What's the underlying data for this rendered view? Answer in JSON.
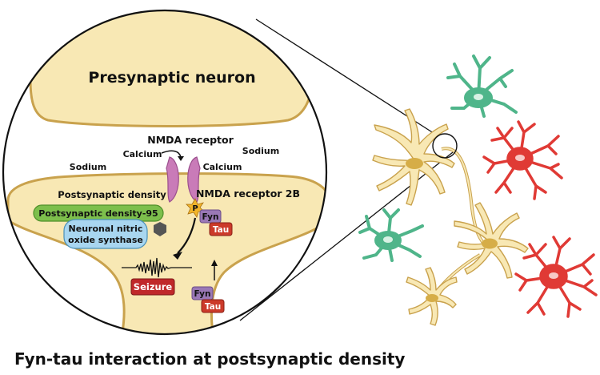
{
  "labels": {
    "presynaptic": "Presynaptic neuron",
    "nmda_receptor": "NMDA receptor",
    "calcium_left": "Calcium",
    "calcium_right": "Calcium",
    "sodium_left": "Sodium",
    "sodium_right": "Sodium",
    "postsynaptic_density": "Postsynaptic density",
    "nmda_receptor_2b": "NMDA receptor 2B",
    "psd95": "Postsynaptic density-95",
    "nnos_line1": "Neuronal nitric",
    "nnos_line2": "oxide synthase",
    "phospho": "P",
    "fyn_top": "Fyn",
    "tau_top": "Tau",
    "seizure": "Seizure",
    "fyn_bottom": "Fyn",
    "tau_bottom": "Tau"
  },
  "caption": "Fyn-tau interaction at postsynaptic density",
  "colors": {
    "neuron_fill": "#f8e8b4",
    "neuron_stroke": "#c9a24d",
    "nucleus": "#d6ad47",
    "receptor": "#c97bb8",
    "psd95": "#7dbf4c",
    "nnos": "#a8d6f0",
    "fyn": "#9a78b6",
    "tau": "#cc3a2a",
    "seizure": "#c0282a",
    "astro_green": "#4fb58a",
    "astro_red": "#e03a35"
  }
}
